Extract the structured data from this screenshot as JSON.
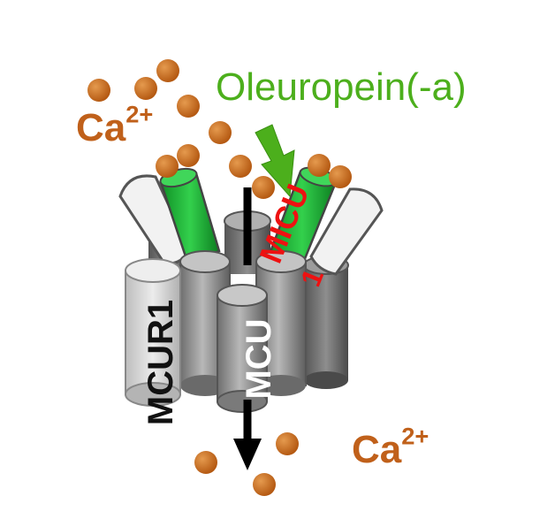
{
  "labels": {
    "ion_top_base": "Ca",
    "ion_top_charge": "2+",
    "ion_bottom_base": "Ca",
    "ion_bottom_charge": "2+",
    "drug": "Oleuropein(-a)",
    "mcu": "MCU",
    "micu1_main": "MICU",
    "micu1_num": "1",
    "mcur1": "MCUR1"
  },
  "colors": {
    "ion": "#c0601a",
    "drug": "#4caf1c",
    "micu_text": "#ee1111",
    "micu_fill": "#1fbf3a",
    "pore_arrow": "#000000",
    "cylinder_dark": "#7a7a7a",
    "cylinder_mid": "#9a9a9a",
    "cylinder_light": "#cfcfcf"
  },
  "icons": {
    "ions": "calcium-ion-sphere",
    "drug_arrow": "inhibition-arrow",
    "pore_arrow": "calcium-flux-arrow"
  }
}
